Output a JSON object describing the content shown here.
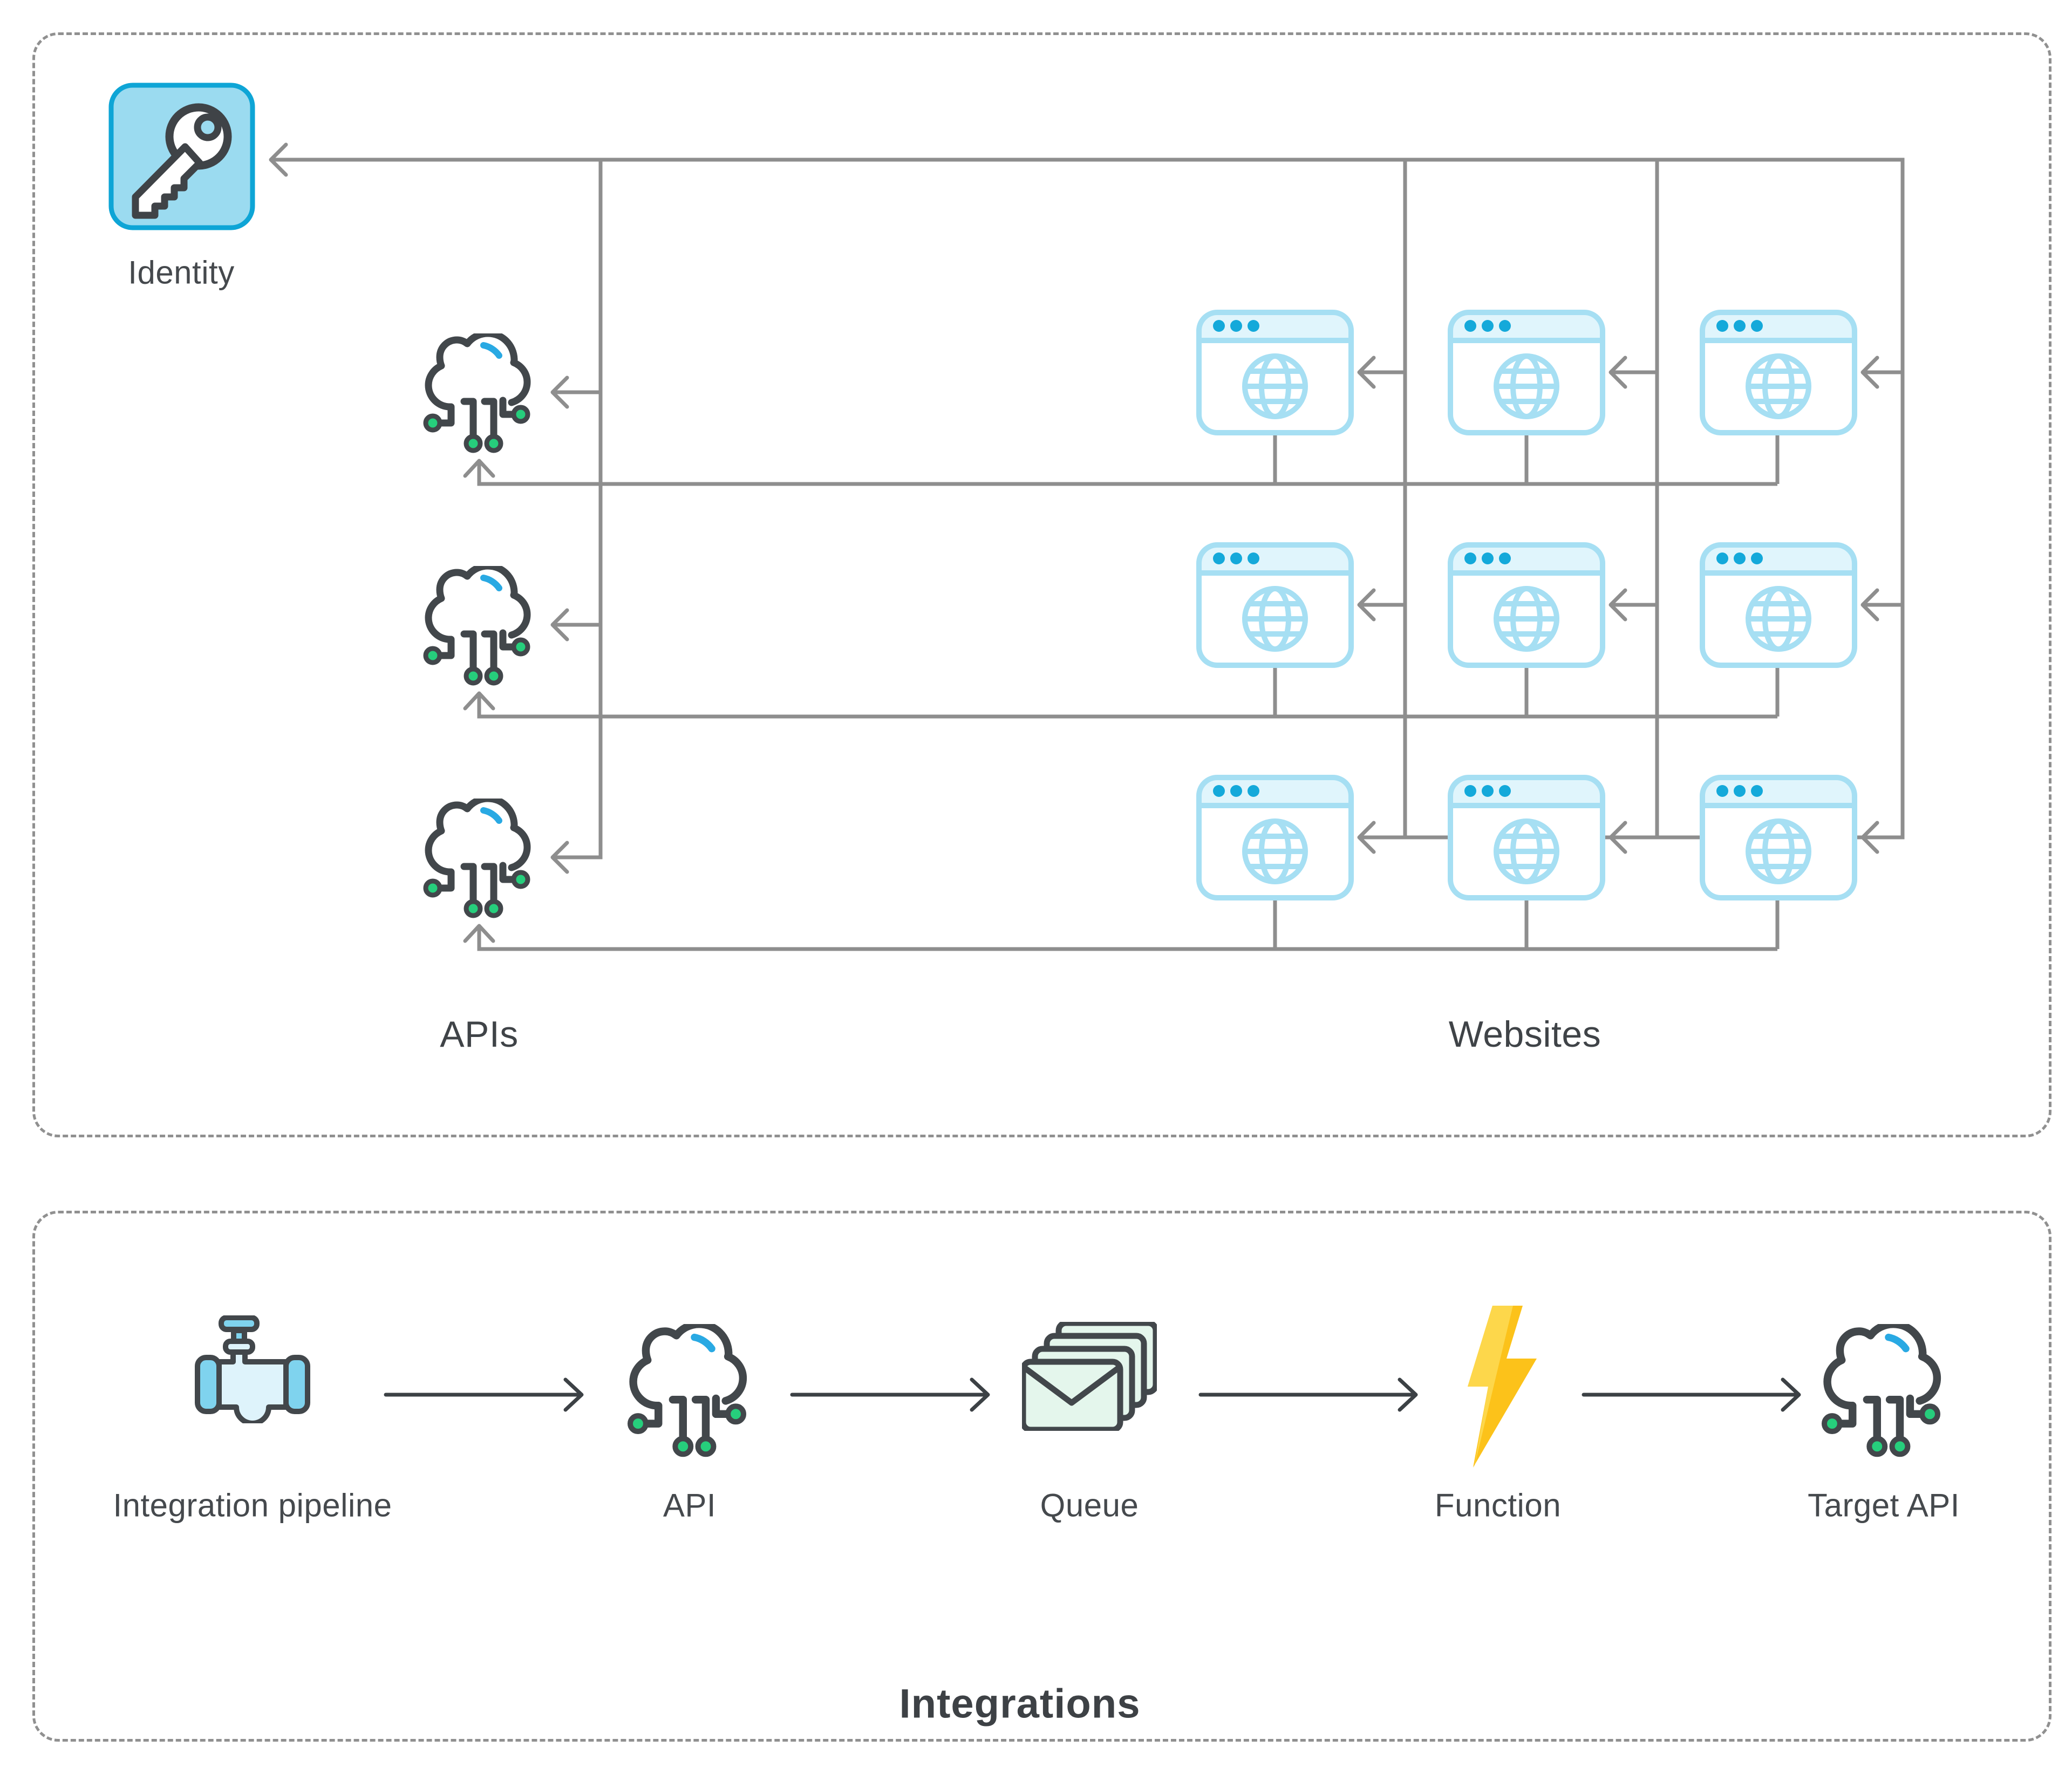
{
  "top_panel": {
    "identity": {
      "label": "Identity",
      "icon": "key-icon"
    },
    "apis": {
      "label": "APIs",
      "icon": "api-cloud-icon",
      "count": 3
    },
    "websites": {
      "label": "Websites",
      "icon": "browser-globe-icon",
      "rows": 3,
      "cols": 3
    }
  },
  "bottom_panel": {
    "title": "Integrations",
    "steps": [
      {
        "label": "Integration pipeline",
        "icon": "pipe-valve-icon"
      },
      {
        "label": "API",
        "icon": "api-cloud-icon"
      },
      {
        "label": "Queue",
        "icon": "queue-envelopes-icon"
      },
      {
        "label": "Function",
        "icon": "lightning-bolt-icon"
      },
      {
        "label": "Target API",
        "icon": "api-cloud-icon"
      }
    ]
  },
  "colors": {
    "connector_gray": "#8e8e8e",
    "arrow_dark": "#3c4145",
    "panel_border": "#909090",
    "identity_fill": "#9bdbf0",
    "identity_border": "#0ea5d6",
    "browser_blue": "#a6dff3",
    "browser_titlebar": "#e0f5fc",
    "dot_cyan": "#14a9da",
    "cloud_stroke": "#42474b",
    "cloud_arc_blue": "#29a9e3",
    "node_green": "#26ce7c",
    "pipe_light": "#def3fb",
    "pipe_blue": "#7fd3ee",
    "envelope_green": "#e4f6ec",
    "bolt_yellow": "#fcc21a",
    "bolt_light": "#fdd74b",
    "text": "#45494d"
  }
}
